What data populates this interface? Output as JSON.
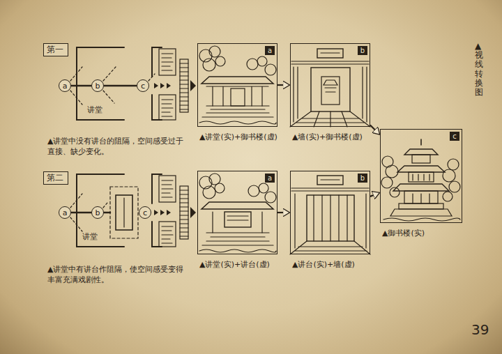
{
  "diagram": {
    "title": "▲视线转换图",
    "nodes": [
      {
        "text": [
          "第一"
        ]
      },
      {
        "text": [
          "a"
        ]
      },
      {
        "text": [
          "b"
        ]
      },
      {
        "text": [
          "c"
        ]
      },
      {
        "text": [
          "a",
          "▲讲堂(实)+御书楼(虚)"
        ]
      },
      {
        "text": [
          "b",
          "▲墙(实)+御书楼(虚)"
        ]
      },
      {
        "text": [
          "c",
          "▲御书楼(实)"
        ]
      },
      {
        "text": [
          "第二"
        ]
      },
      {
        "text": [
          "a"
        ]
      },
      {
        "text": [
          "b"
        ]
      },
      {
        "text": [
          "c"
        ]
      },
      {
        "text": [
          "a",
          "▲讲堂(实)+讲台(虚)"
        ]
      },
      {
        "text": [
          "b",
          "▲讲台(实)+墙(虚)"
        ]
      }
    ],
    "edges": [
      {
        "from": 1,
        "to": 2,
        "arrow": "none"
      },
      {
        "from": 2,
        "to": 3,
        "arrow": "none"
      },
      {
        "from": 4,
        "to": 5,
        "arrow": "to"
      },
      {
        "from": 5,
        "to": 6,
        "arrow": "to"
      },
      {
        "from": 8,
        "to": 9,
        "arrow": "none"
      },
      {
        "from": 11,
        "to": 12,
        "arrow": "to"
      },
      {
        "from": 12,
        "to": 6,
        "arrow": "to"
      }
    ],
    "labels": [
      "讲堂",
      "▲讲堂中没有讲台的阻隔，空间感受过于直接、缺少变化。",
      "讲堂",
      "▲讲堂中有讲台作阻隔，使空间感受变得丰富充满戏剧性。",
      "39"
    ]
  }
}
